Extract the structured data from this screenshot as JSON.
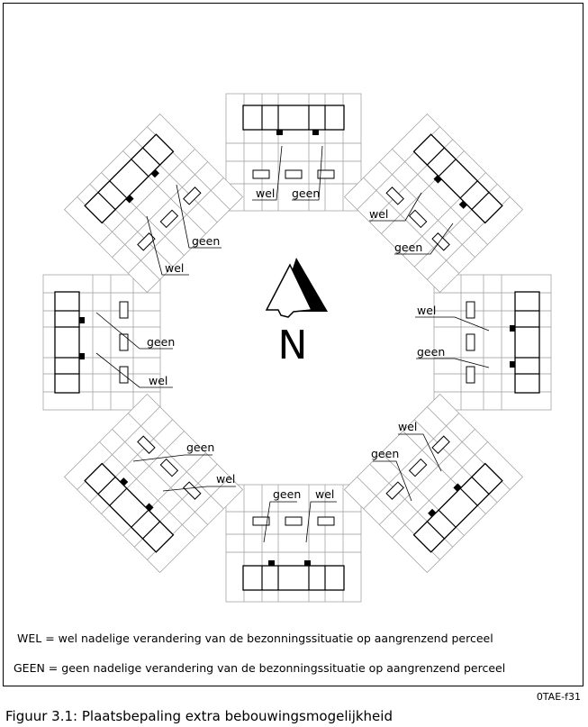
{
  "labels": {
    "wel": "wel",
    "geen": "geen"
  },
  "north_label": "N",
  "legend": {
    "wel": "WEL  = wel nadelige verandering van de bezonningssituatie op aangrenzend perceel",
    "geen": "GEEN = geen nadelige verandering van de bezonningssituatie op aangrenzend perceel"
  },
  "figure_code": "0TAE-f31",
  "caption": "Figuur 3.1: Plaatsbepaling extra bebouwingsmogelijkheid"
}
